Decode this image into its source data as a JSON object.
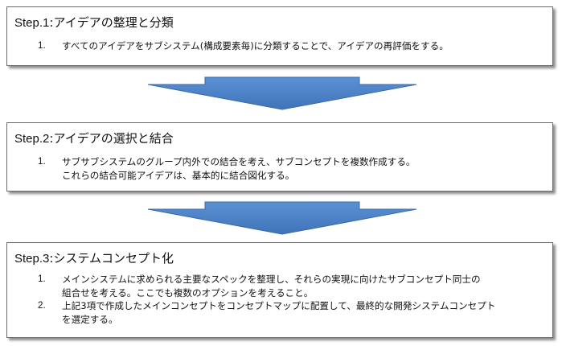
{
  "colors": {
    "arrow_fill": "#4a80c4",
    "arrow_stroke": "#3a6aa8",
    "box_border": "#6b6b6b"
  },
  "steps": [
    {
      "number": "Step.1",
      "separator": ":",
      "title": "アイデアの整理と分類",
      "items": [
        {
          "num": "1.",
          "lines": [
            "すべてのアイデアをサブシステム(構成要素毎)に分類することで、アイデアの再評価をする。"
          ]
        }
      ]
    },
    {
      "number": "Step.2",
      "separator": ":",
      "title": "アイデアの選択と結合",
      "items": [
        {
          "num": "1.",
          "lines": [
            "サブサブシステムのグループ内外での結合を考え、サブコンセプトを複数作成する。",
            "これらの結合可能アイデアは、基本的に結合図化する。"
          ]
        }
      ]
    },
    {
      "number": "Step.3",
      "separator": ":",
      "title": "システムコンセプト化",
      "items": [
        {
          "num": "1.",
          "lines": [
            "メインシステムに求められる主要なスペックを整理し、それらの実現に向けたサブコンセプト同士の",
            "組合せを考える。ここでも複数のオプションを考えること。"
          ]
        },
        {
          "num": "2.",
          "lines": [
            "上記3項で作成したメインコンセプトをコンセプトマップに配置して、最終的な開発システムコンセプト",
            "を選定する。"
          ]
        }
      ]
    }
  ]
}
